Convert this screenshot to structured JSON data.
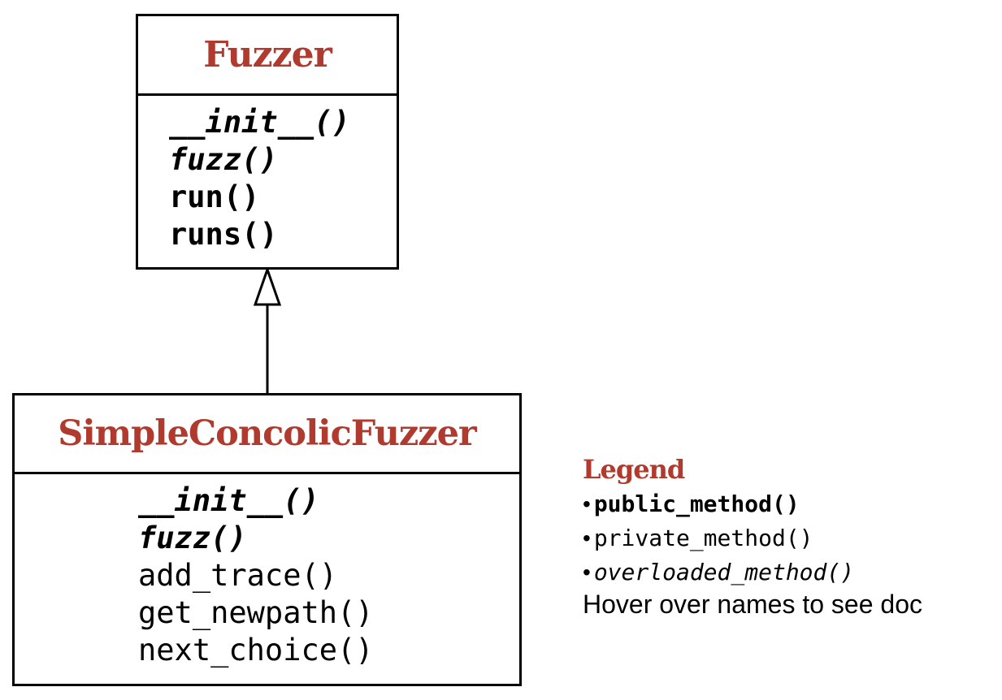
{
  "diagram": {
    "classes": [
      {
        "name": "Fuzzer",
        "methods": [
          {
            "label": "__init__()",
            "kind": "overloaded"
          },
          {
            "label": "fuzz()",
            "kind": "overloaded"
          },
          {
            "label": "run()",
            "kind": "public"
          },
          {
            "label": "runs()",
            "kind": "public"
          }
        ]
      },
      {
        "name": "SimpleConcolicFuzzer",
        "methods": [
          {
            "label": "__init__()",
            "kind": "overloaded"
          },
          {
            "label": "fuzz()",
            "kind": "overloaded"
          },
          {
            "label": "add_trace()",
            "kind": "private"
          },
          {
            "label": "get_newpath()",
            "kind": "private"
          },
          {
            "label": "next_choice()",
            "kind": "private"
          }
        ]
      }
    ],
    "relations": [
      {
        "from": "SimpleConcolicFuzzer",
        "to": "Fuzzer",
        "type": "inheritance"
      }
    ]
  },
  "legend": {
    "title": "Legend",
    "items": [
      {
        "bullet": "•",
        "label": "public_method()"
      },
      {
        "bullet": "•",
        "label": "private_method()"
      },
      {
        "bullet": "•",
        "label": "overloaded_method()"
      }
    ],
    "hint": "Hover over names to see doc"
  },
  "colors": {
    "class_name": "#b03a2e",
    "line": "#000000",
    "background": "#ffffff"
  }
}
